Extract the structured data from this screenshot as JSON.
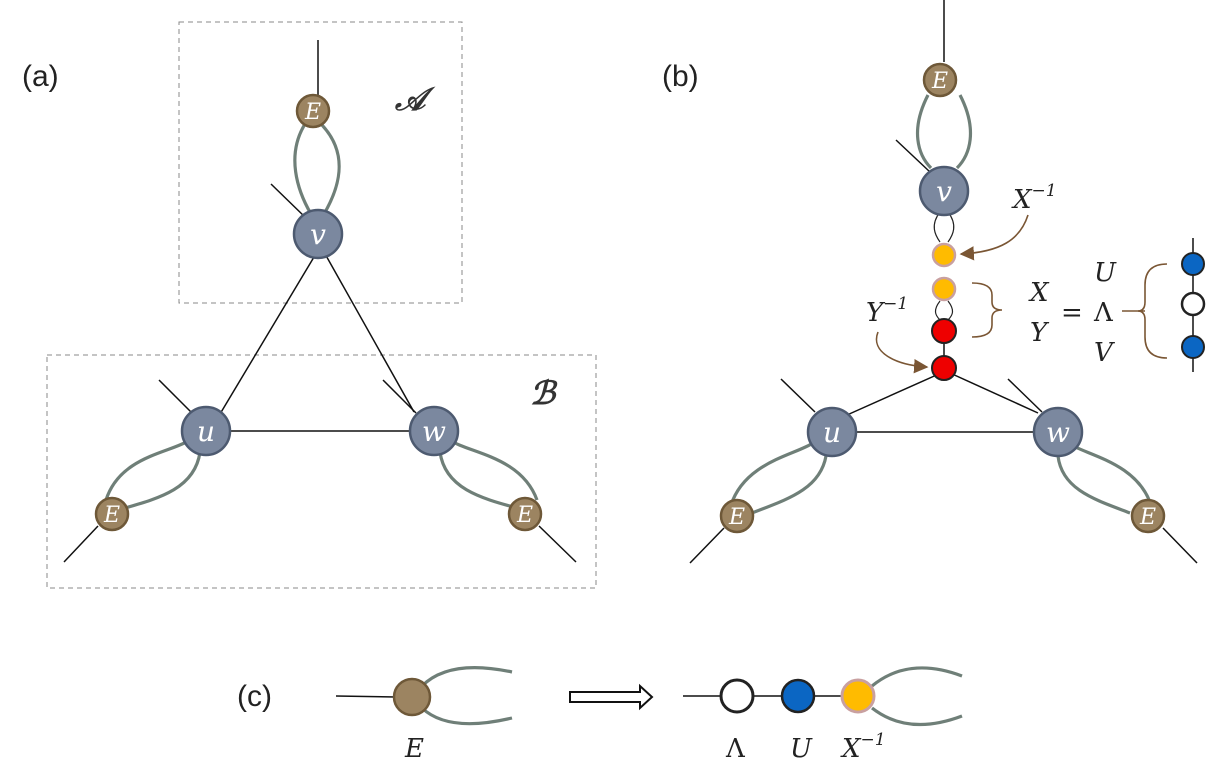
{
  "panels": {
    "a": "(a)",
    "b": "(b)",
    "c": "(c)"
  },
  "sets": {
    "A": "𝒜",
    "B": "ℬ"
  },
  "nodes": {
    "v": "v",
    "u": "u",
    "w": "w",
    "E": "E"
  },
  "annotations": {
    "x_inv_base": "X",
    "x_inv_exp": "−1",
    "y_inv_base": "Y",
    "y_inv_exp": "−1",
    "X": "X",
    "Y": "Y",
    "eq": "=",
    "U": "U",
    "Lambda": "Λ",
    "V": "V"
  },
  "panel_c": {
    "E_label": "E",
    "Lambda_label": "Λ",
    "U_label": "U",
    "Xinv_base": "X",
    "Xinv_exp": "−1"
  },
  "colors": {
    "tensor_node": "#7b889f",
    "env_node": "#9c8461",
    "bond_gray": "#6f7f78",
    "x_yellow": "#ffbb00",
    "y_red": "#ee0000",
    "u_blue": "#0b66c3",
    "arrow_brown": "#7a5634"
  }
}
